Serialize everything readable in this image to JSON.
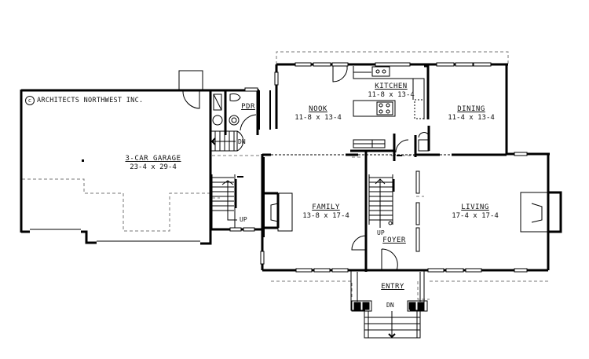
{
  "plan": {
    "copyright_symbol": "c",
    "copyright_text": "ARCHITECTS NORTHWEST INC.",
    "rooms": [
      {
        "id": "garage",
        "name": "3-CAR GARAGE",
        "dims": "23-4 x 29-4"
      },
      {
        "id": "nook",
        "name": "NOOK",
        "dims": "11-8 x 13-4"
      },
      {
        "id": "kitchen",
        "name": "KITCHEN",
        "dims": "11-8 x 13-4"
      },
      {
        "id": "dining",
        "name": "DINING",
        "dims": "11-4 x 13-4"
      },
      {
        "id": "family",
        "name": "FAMILY",
        "dims": "13-8 x 17-4"
      },
      {
        "id": "living",
        "name": "LIVING",
        "dims": "17-4 x 17-4"
      },
      {
        "id": "foyer",
        "name": "FOYER",
        "dims": ""
      },
      {
        "id": "entry",
        "name": "ENTRY",
        "dims": ""
      },
      {
        "id": "pdr",
        "name": "PDR",
        "dims": ""
      }
    ],
    "stair_labels": {
      "garage_stair_dn": "DN",
      "garage_stair_up": "UP",
      "foyer_stair_up": "UP",
      "entry_steps_dn": "DN"
    },
    "colors": {
      "wall": "#000000",
      "line": "#222222",
      "dashed": "#777777",
      "window": "#ffffff"
    }
  }
}
